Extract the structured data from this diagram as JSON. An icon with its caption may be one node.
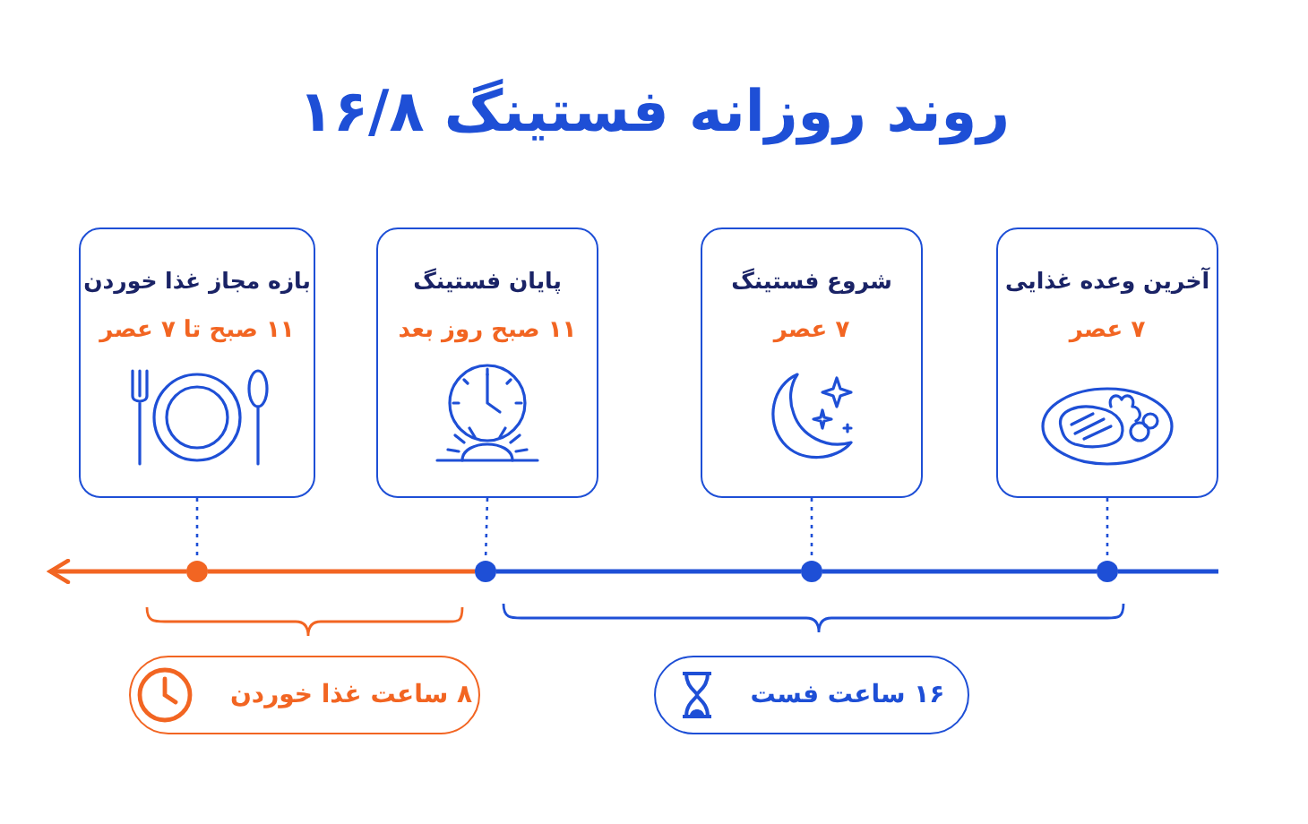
{
  "diagram": {
    "title": "روند روزانه فستینگ ۱۶/۸",
    "nodes": [
      {
        "text": [
          "آخرین وعده غذایی",
          "۷ عصر"
        ]
      },
      {
        "text": [
          "شروع فستینگ",
          "۷ عصر"
        ]
      },
      {
        "text": [
          "پایان فستینگ",
          "۱۱ صبح روز بعد"
        ]
      },
      {
        "text": [
          "بازه مجاز غذا خوردن",
          "۱۱ صبح تا ۷ عصر"
        ]
      },
      {
        "text": [],
        "shape": "circle"
      },
      {
        "text": [],
        "shape": "circle"
      },
      {
        "text": [],
        "shape": "circle"
      },
      {
        "text": [],
        "shape": "circle"
      },
      {
        "text": [
          "۱۶ ساعت فست"
        ]
      },
      {
        "text": [
          "۸ ساعت غذا خوردن"
        ]
      }
    ],
    "edges": [
      {
        "from": 0,
        "to": 4,
        "arrow": "none",
        "style": "dashed"
      },
      {
        "from": 1,
        "to": 5,
        "arrow": "none",
        "style": "dashed"
      },
      {
        "from": 2,
        "to": 6,
        "arrow": "none",
        "style": "dashed"
      },
      {
        "from": 3,
        "to": 7,
        "arrow": "none",
        "style": "dashed"
      },
      {
        "from": null,
        "to": 4,
        "arrow": "none"
      },
      {
        "from": 4,
        "to": 5,
        "arrow": "none"
      },
      {
        "from": 5,
        "to": 6,
        "arrow": "none"
      },
      {
        "from": 6,
        "to": 7,
        "arrow": "none",
        "color": "#f26522"
      },
      {
        "from": 7,
        "to": null,
        "arrow": "to",
        "color": "#f26522"
      }
    ]
  }
}
